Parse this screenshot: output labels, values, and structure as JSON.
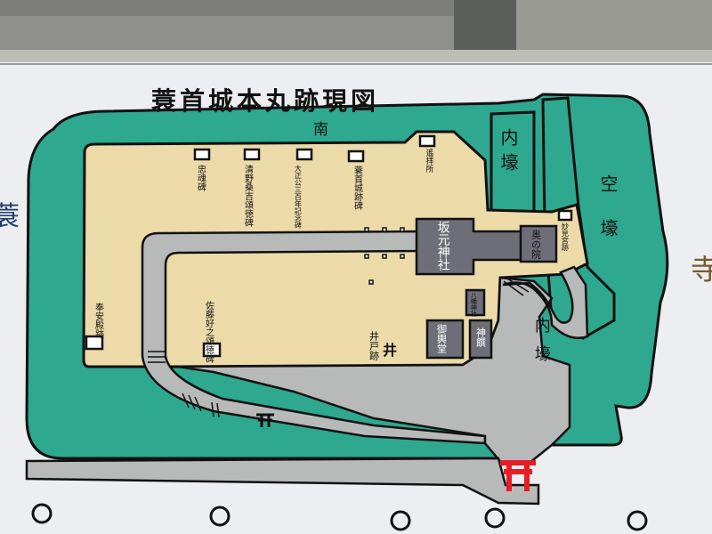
{
  "title": "蓑首城本丸跡現図",
  "moat_labels": {
    "south": "南",
    "inner_moat_top": "内壕",
    "dry_moat": "空壕",
    "inner_moat_bottom": "内壕"
  },
  "monuments": [
    {
      "id": "chukonhi",
      "label": "忠魂碑"
    },
    {
      "id": "kiyono",
      "label": "清野桑吉頌徳碑"
    },
    {
      "id": "taisho",
      "label": "大正公三百年記念碑"
    },
    {
      "id": "minokubi",
      "label": "蓑首城跡碑"
    },
    {
      "id": "yohaisho",
      "label": "遙拝所"
    }
  ],
  "shrine": {
    "main": "坂元神社",
    "oku": "奥の院",
    "myoken": "妙見宮跡",
    "hachiman": "八幡神社",
    "mikoshi": "御輿堂",
    "shinsen": "神饌"
  },
  "other": {
    "hoanden": "奉安殿跡",
    "sato": "佐藤好之頌徳碑",
    "well": "井戸跡",
    "well_symbol": "井",
    "gate_symbol": "⛩",
    "torii_symbol": "⛩",
    "edge_char_left": "蓑",
    "edge_char_right": "寺"
  },
  "colors": {
    "moat": "#2ea88e",
    "compound": "#ecdaa8",
    "path": "#b7bab9",
    "building": "#6e6e78",
    "torii": "#e81c25"
  }
}
